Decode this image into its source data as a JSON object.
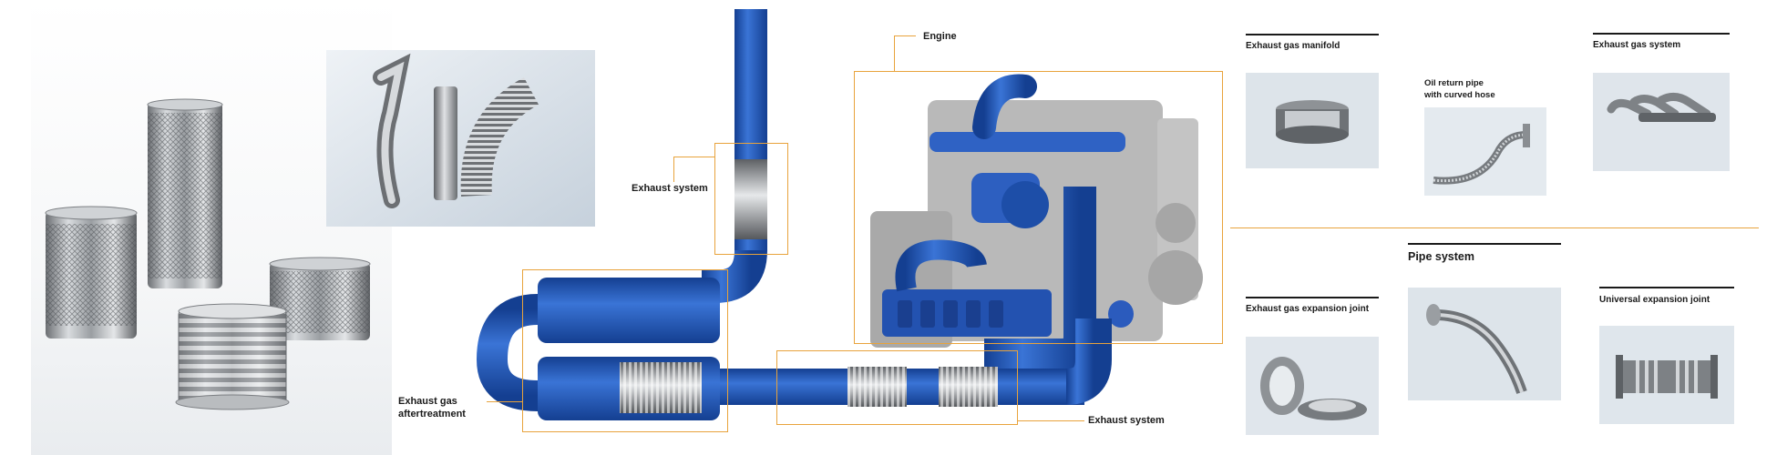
{
  "diagram": {
    "labels": {
      "engine": "Engine",
      "exhaust_system_top": "Exhaust system",
      "exhaust_gas_aftertreatment_line1": "Exhaust gas",
      "exhaust_gas_aftertreatment_line2": "aftertreatment",
      "exhaust_system_bottom": "Exhaust system"
    },
    "colors": {
      "pipe_blue": "#1f55b8",
      "callout_orange": "#e8a33c",
      "engine_gray": "#b5b5b5"
    }
  },
  "products": {
    "exhaust_gas_manifold": "Exhaust gas manifold",
    "oil_return_pipe_line1": "Oil return pipe",
    "oil_return_pipe_line2": "with curved hose",
    "exhaust_gas_system": "Exhaust gas system",
    "pipe_system": "Pipe system",
    "exhaust_gas_expansion_joint": "Exhaust gas expansion joint",
    "universal_expansion_joint": "Universal expansion joint"
  }
}
